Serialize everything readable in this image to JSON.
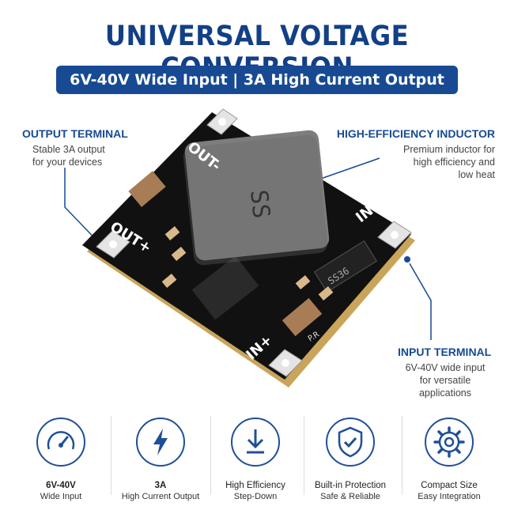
{
  "header": {
    "title": "UNIVERSAL VOLTAGE CONVERSION",
    "banner": "6V-40V Wide Input | 3A High Current Output"
  },
  "callouts": {
    "output": {
      "title": "OUTPUT TERMINAL",
      "desc1": "Stable 3A output",
      "desc2": "for your devices"
    },
    "inductor": {
      "title": "HIGH-EFFICIENCY INDUCTOR",
      "desc1": "Premium inductor for",
      "desc2": "high efficiency and",
      "desc3": "low heat"
    },
    "input": {
      "title": "INPUT TERMINAL",
      "desc1": "6V-40V wide input",
      "desc2": "for versatile",
      "desc3": "applications"
    }
  },
  "board": {
    "out_minus": "OUT-",
    "out_plus": "OUT+",
    "in_minus": "IN-",
    "in_plus": "IN+",
    "inductor_mark": "SS",
    "diode_mark": "SS36",
    "pr_mark": "P.R"
  },
  "features": [
    {
      "line1": "6V-40V",
      "line2": "Wide Input",
      "icon": "gauge-icon"
    },
    {
      "line1": "3A",
      "line2": "High Current Output",
      "icon": "lightning-icon"
    },
    {
      "line1": "High Efficiency",
      "line2": "Step-Down",
      "icon": "down-arrow-icon"
    },
    {
      "line1": "Built-in Protection",
      "line2": "Safe & Reliable",
      "icon": "shield-check-icon"
    },
    {
      "line1": "Compact Size",
      "line2": "Easy Integration",
      "icon": "gear-icon"
    }
  ],
  "colors": {
    "brand": "#174a93",
    "pcb": "#111111",
    "inductor": "#7d7d7d"
  }
}
